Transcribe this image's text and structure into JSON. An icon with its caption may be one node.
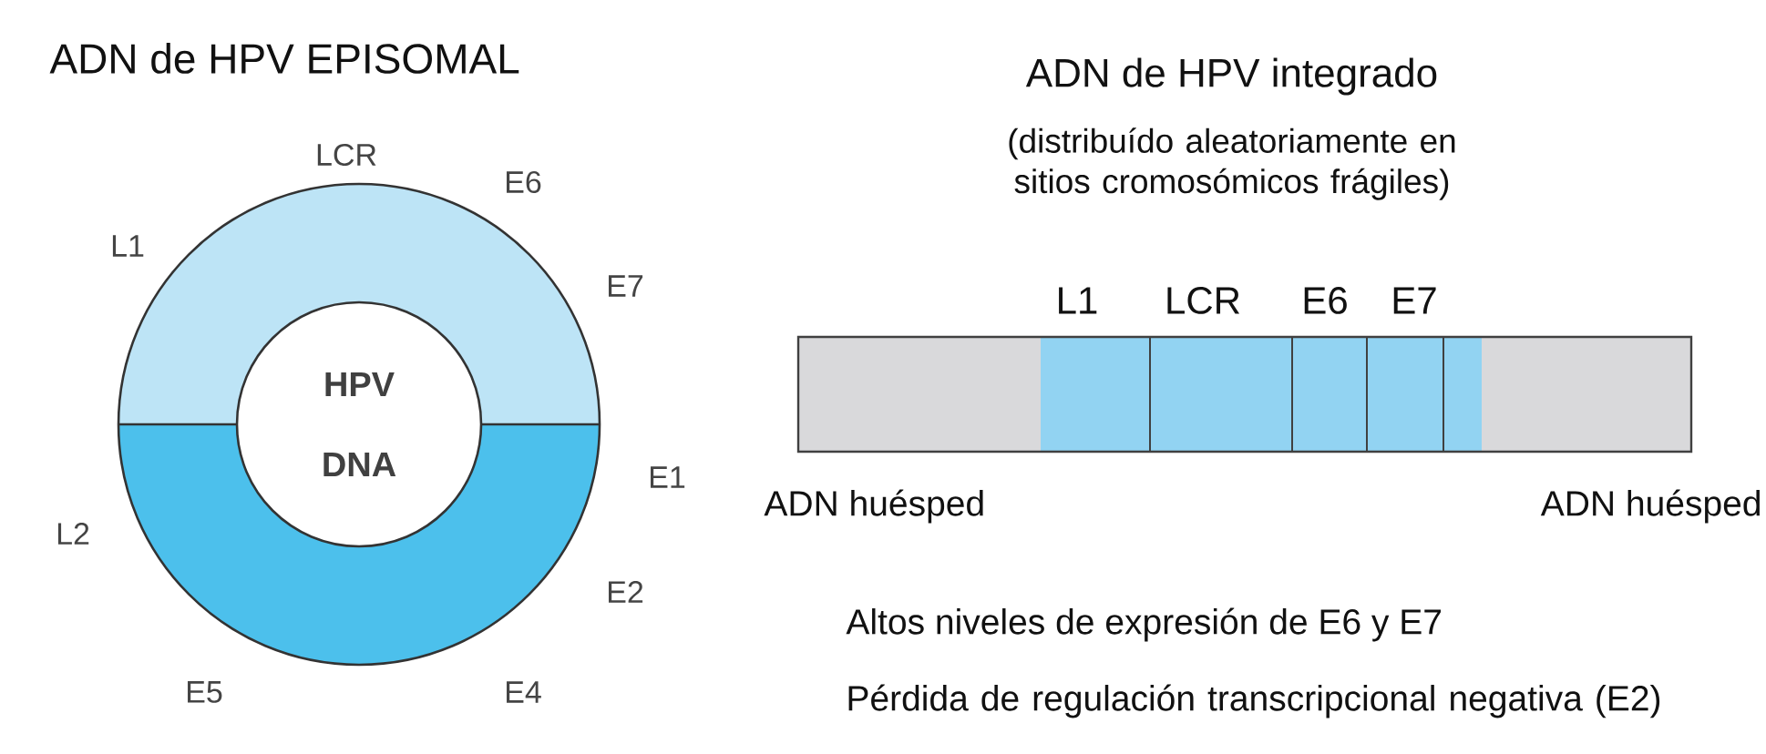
{
  "diagram": {
    "title": "ADN de HPV EPISOMAL",
    "nodes": [
      {
        "text": [
          "HPV DNA"
        ]
      }
    ],
    "labels": [
      "LCR",
      "E6",
      "L1",
      "E7",
      "E1",
      "L2",
      "E2",
      "E5",
      "E4",
      "ADN de HPV integrado",
      "(distribuído aleatoriamente en sitios cromosómicos frágiles)",
      "L1",
      "LCR",
      "E6",
      "E7",
      "ADN huésped",
      "ADN huésped",
      "Altos niveles de expresión de E6 y E7",
      "Pérdida de regulación transcripcional negativa (E2)"
    ]
  }
}
